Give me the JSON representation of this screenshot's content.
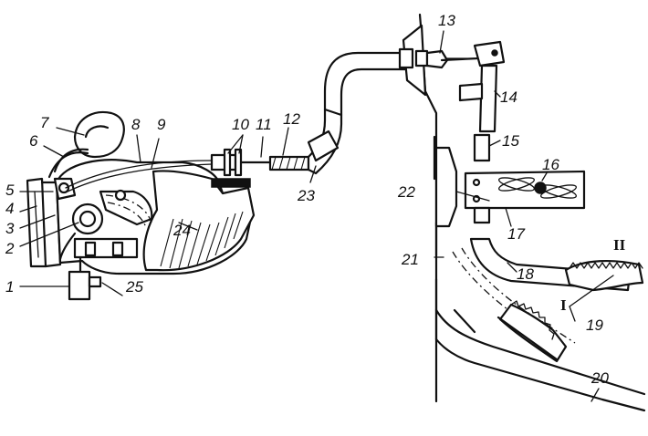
{
  "labels": {
    "l1": "1",
    "l2": "2",
    "l3": "3",
    "l4": "4",
    "l5": "5",
    "l6": "6",
    "l7": "7",
    "l8": "8",
    "l9": "9",
    "l10": "10",
    "l11": "11",
    "l12": "12",
    "l13": "13",
    "l14": "14",
    "l15": "15",
    "l16": "16",
    "l17": "17",
    "l18": "18",
    "l19": "19",
    "l20": "20",
    "l21": "21",
    "l22": "22",
    "l23": "23",
    "l24": "24",
    "l25": "25"
  },
  "positions": {
    "p1": "I",
    "p2": "II"
  }
}
